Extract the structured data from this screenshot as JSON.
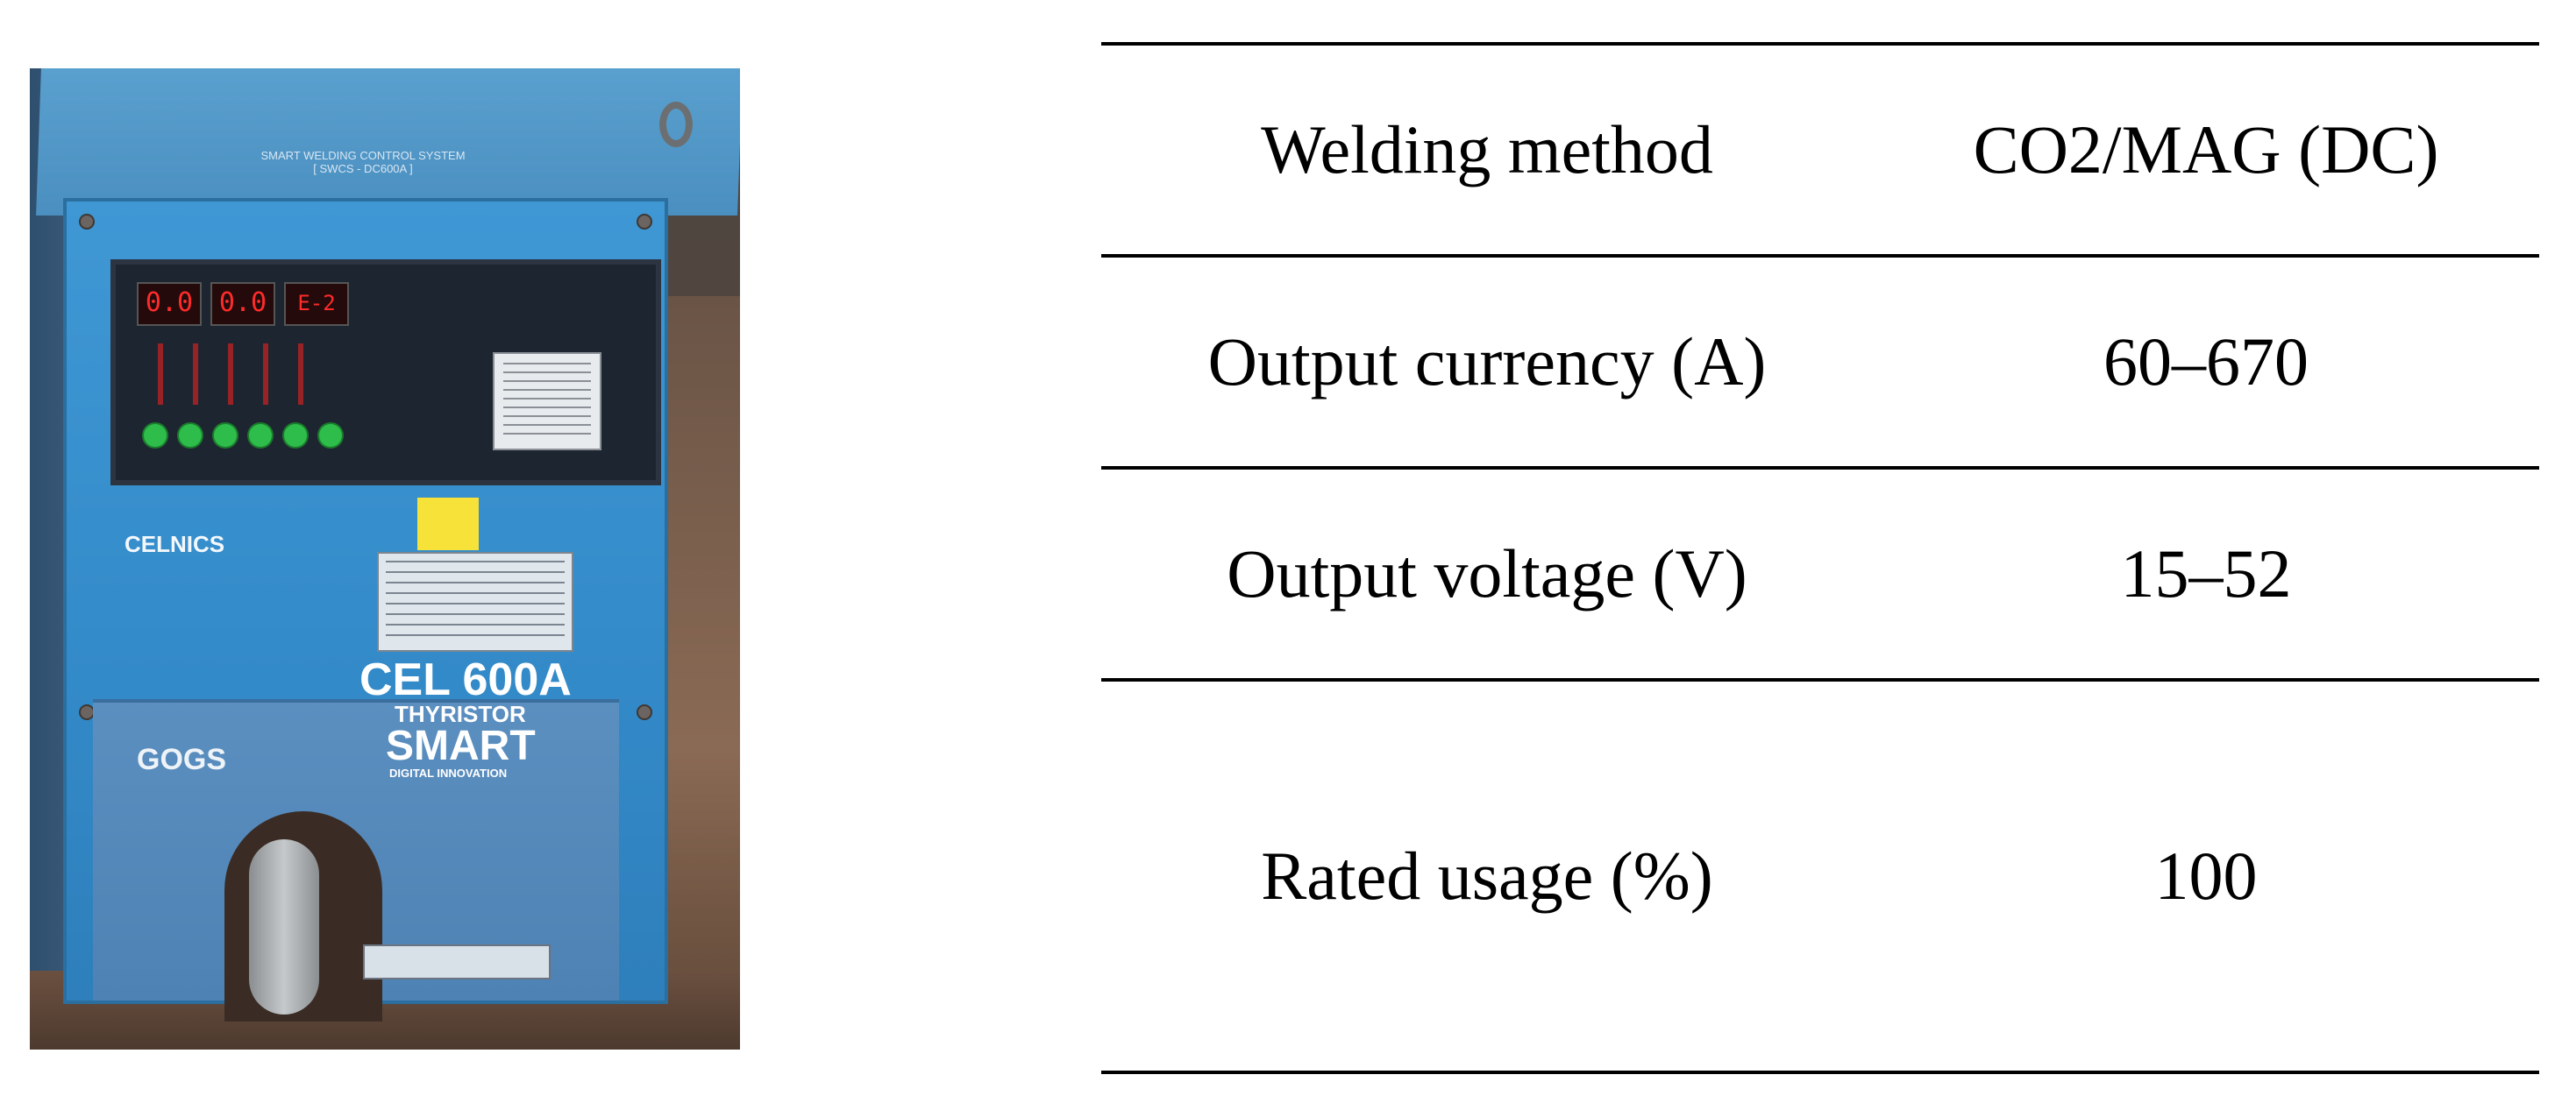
{
  "photo": {
    "panel_title_line1": "SMART WELDING CONTROL SYSTEM",
    "panel_title_line2": "[ SWCS - DC600A ]",
    "display_current": "0.0",
    "display_voltage": "0.0",
    "display_error": "E-2",
    "brand": "CELNICS",
    "model_line1": "CEL 600A",
    "model_line2": "THYRISTOR",
    "model_line3": "SMART",
    "model_line4": "DIGITAL INNOVATION",
    "logo_text": "GOGS"
  },
  "table": {
    "rows": [
      {
        "label": "Welding method",
        "value": "CO2/MAG (DC)"
      },
      {
        "label": "Output currency (A)",
        "value": "60–670"
      },
      {
        "label": "Output voltage (V)",
        "value": "15–52"
      },
      {
        "label": "Rated usage (%)",
        "value": "100"
      }
    ]
  }
}
